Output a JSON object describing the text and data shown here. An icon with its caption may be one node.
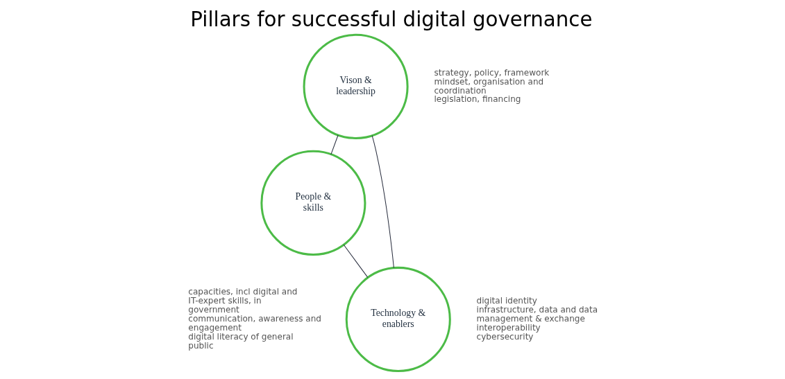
{
  "diagram": {
    "title": "Pillars for successful digital governance",
    "nodes": [
      {
        "text": [
          "Vison & leadership"
        ],
        "beside": [
          "strategy, policy, framework",
          "mindset, organisation and coordination",
          "legislation, financing"
        ]
      },
      {
        "text": [
          "People & skills"
        ],
        "beside": [
          "capacities, incl digital and IT-expert skills, in government",
          "communication, awareness and engagement",
          "digital literacy of general public"
        ]
      },
      {
        "text": [
          "Technology & enablers"
        ],
        "beside": [
          "digital identity",
          "infrastructure, data and data management & exchange",
          "interoperability",
          "cybersecurity"
        ]
      }
    ],
    "edges": [
      {
        "from": 0,
        "to": 1,
        "arrow": "none"
      },
      {
        "from": 0,
        "to": 2,
        "arrow": "none"
      },
      {
        "from": 1,
        "to": 2,
        "arrow": "none"
      }
    ]
  }
}
